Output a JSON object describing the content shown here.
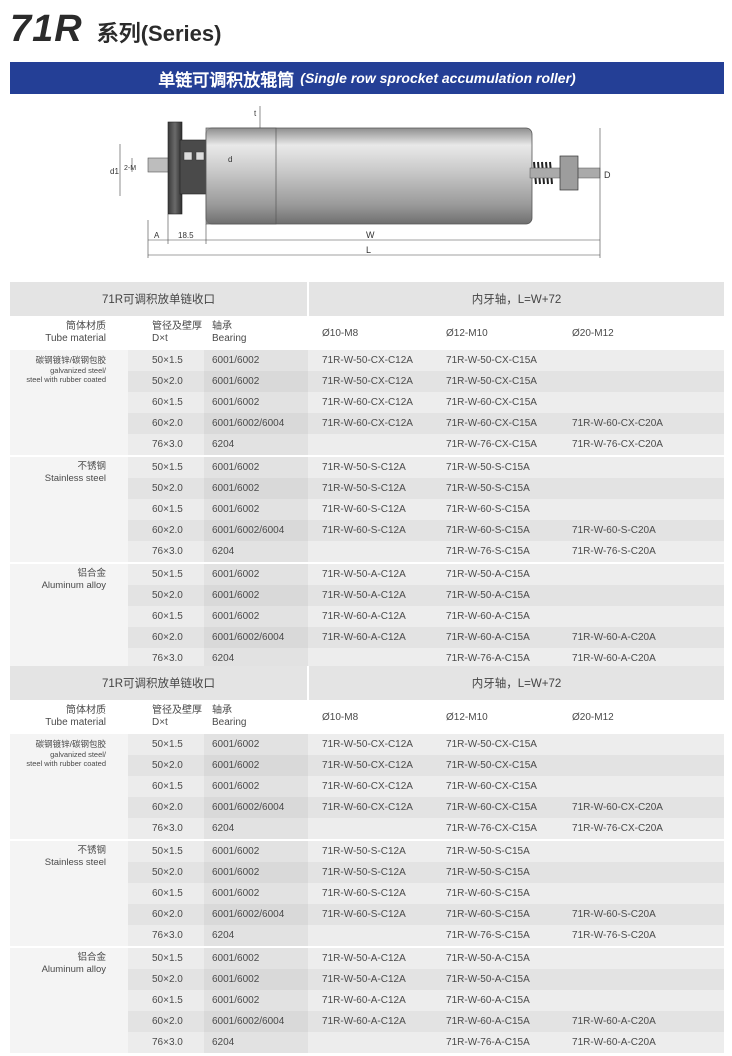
{
  "header": {
    "code": "71R",
    "series": "系列(Series)"
  },
  "banner": {
    "cn": "单链可调积放辊筒",
    "en": "(Single row sprocket accumulation roller)"
  },
  "drawing": {
    "labels": {
      "t": "t",
      "d1": "d1",
      "m": "2-M",
      "d": "d",
      "D": "D",
      "A": "A",
      "dim185": "18.5",
      "W": "W",
      "L": "L"
    }
  },
  "tables": [
    {
      "title_left": "71R可调积放单链收口",
      "title_right": "内牙轴，L=W+72",
      "headers": {
        "material_cn": "筒体材质",
        "material_en": "Tube material",
        "dt_cn": "管径及壁厚",
        "dt_en": "D×t",
        "bearing_cn": "轴承",
        "bearing_en": "Bearing",
        "m8": "Ø10-M8",
        "m10": "Ø12-M10",
        "m12": "Ø20-M12"
      },
      "groups": [
        {
          "cn": "碳钢镀锌/碳钢包胶",
          "en1": "galvanized steel/",
          "en2": "steel with rubber coated",
          "small": true,
          "rows": [
            {
              "dt": "50×1.5",
              "bearing": "6001/6002",
              "m8": "71R-W-50-CX-C12A",
              "m10": "71R-W-50-CX-C15A",
              "m12": ""
            },
            {
              "dt": "50×2.0",
              "bearing": "6001/6002",
              "m8": "71R-W-50-CX-C12A",
              "m10": "71R-W-50-CX-C15A",
              "m12": ""
            },
            {
              "dt": "60×1.5",
              "bearing": "6001/6002",
              "m8": "71R-W-60-CX-C12A",
              "m10": "71R-W-60-CX-C15A",
              "m12": ""
            },
            {
              "dt": "60×2.0",
              "bearing": "6001/6002/6004",
              "m8": "71R-W-60-CX-C12A",
              "m10": "71R-W-60-CX-C15A",
              "m12": "71R-W-60-CX-C20A"
            },
            {
              "dt": "76×3.0",
              "bearing": "6204",
              "m8": "",
              "m10": "71R-W-76-CX-C15A",
              "m12": "71R-W-76-CX-C20A"
            }
          ]
        },
        {
          "cn": "不锈钢",
          "en1": "Stainless steel",
          "en2": "",
          "small": false,
          "rows": [
            {
              "dt": "50×1.5",
              "bearing": "6001/6002",
              "m8": "71R-W-50-S-C12A",
              "m10": "71R-W-50-S-C15A",
              "m12": ""
            },
            {
              "dt": "50×2.0",
              "bearing": "6001/6002",
              "m8": "71R-W-50-S-C12A",
              "m10": "71R-W-50-S-C15A",
              "m12": ""
            },
            {
              "dt": "60×1.5",
              "bearing": "6001/6002",
              "m8": "71R-W-60-S-C12A",
              "m10": "71R-W-60-S-C15A",
              "m12": ""
            },
            {
              "dt": "60×2.0",
              "bearing": "6001/6002/6004",
              "m8": "71R-W-60-S-C12A",
              "m10": "71R-W-60-S-C15A",
              "m12": "71R-W-60-S-C20A"
            },
            {
              "dt": "76×3.0",
              "bearing": "6204",
              "m8": "",
              "m10": "71R-W-76-S-C15A",
              "m12": "71R-W-76-S-C20A"
            }
          ]
        },
        {
          "cn": "铝合金",
          "en1": "Aluminum alloy",
          "en2": "",
          "small": false,
          "rows": [
            {
              "dt": "50×1.5",
              "bearing": "6001/6002",
              "m8": "71R-W-50-A-C12A",
              "m10": "71R-W-50-A-C15A",
              "m12": ""
            },
            {
              "dt": "50×2.0",
              "bearing": "6001/6002",
              "m8": "71R-W-50-A-C12A",
              "m10": "71R-W-50-A-C15A",
              "m12": ""
            },
            {
              "dt": "60×1.5",
              "bearing": "6001/6002",
              "m8": "71R-W-60-A-C12A",
              "m10": "71R-W-60-A-C15A",
              "m12": ""
            },
            {
              "dt": "60×2.0",
              "bearing": "6001/6002/6004",
              "m8": "71R-W-60-A-C12A",
              "m10": "71R-W-60-A-C15A",
              "m12": "71R-W-60-A-C20A"
            },
            {
              "dt": "76×3.0",
              "bearing": "6204",
              "m8": "",
              "m10": "71R-W-76-A-C15A",
              "m12": "71R-W-60-A-C20A"
            }
          ]
        }
      ]
    },
    {
      "title_left": "71R可调积放单链收口",
      "title_right": "内牙轴，L=W+72",
      "headers": {
        "material_cn": "筒体材质",
        "material_en": "Tube material",
        "dt_cn": "管径及壁厚",
        "dt_en": "D×t",
        "bearing_cn": "轴承",
        "bearing_en": "Bearing",
        "m8": "Ø10-M8",
        "m10": "Ø12-M10",
        "m12": "Ø20-M12"
      },
      "groups": [
        {
          "cn": "碳钢镀锌/碳钢包胶",
          "en1": "galvanized steel/",
          "en2": "steel with rubber coated",
          "small": true,
          "rows": [
            {
              "dt": "50×1.5",
              "bearing": "6001/6002",
              "m8": "71R-W-50-CX-C12A",
              "m10": "71R-W-50-CX-C15A",
              "m12": ""
            },
            {
              "dt": "50×2.0",
              "bearing": "6001/6002",
              "m8": "71R-W-50-CX-C12A",
              "m10": "71R-W-50-CX-C15A",
              "m12": ""
            },
            {
              "dt": "60×1.5",
              "bearing": "6001/6002",
              "m8": "71R-W-60-CX-C12A",
              "m10": "71R-W-60-CX-C15A",
              "m12": ""
            },
            {
              "dt": "60×2.0",
              "bearing": "6001/6002/6004",
              "m8": "71R-W-60-CX-C12A",
              "m10": "71R-W-60-CX-C15A",
              "m12": "71R-W-60-CX-C20A"
            },
            {
              "dt": "76×3.0",
              "bearing": "6204",
              "m8": "",
              "m10": "71R-W-76-CX-C15A",
              "m12": "71R-W-76-CX-C20A"
            }
          ]
        },
        {
          "cn": "不锈钢",
          "en1": "Stainless steel",
          "en2": "",
          "small": false,
          "rows": [
            {
              "dt": "50×1.5",
              "bearing": "6001/6002",
              "m8": "71R-W-50-S-C12A",
              "m10": "71R-W-50-S-C15A",
              "m12": ""
            },
            {
              "dt": "50×2.0",
              "bearing": "6001/6002",
              "m8": "71R-W-50-S-C12A",
              "m10": "71R-W-50-S-C15A",
              "m12": ""
            },
            {
              "dt": "60×1.5",
              "bearing": "6001/6002",
              "m8": "71R-W-60-S-C12A",
              "m10": "71R-W-60-S-C15A",
              "m12": ""
            },
            {
              "dt": "60×2.0",
              "bearing": "6001/6002/6004",
              "m8": "71R-W-60-S-C12A",
              "m10": "71R-W-60-S-C15A",
              "m12": "71R-W-60-S-C20A"
            },
            {
              "dt": "76×3.0",
              "bearing": "6204",
              "m8": "",
              "m10": "71R-W-76-S-C15A",
              "m12": "71R-W-76-S-C20A"
            }
          ]
        },
        {
          "cn": "铝合金",
          "en1": "Aluminum alloy",
          "en2": "",
          "small": false,
          "rows": [
            {
              "dt": "50×1.5",
              "bearing": "6001/6002",
              "m8": "71R-W-50-A-C12A",
              "m10": "71R-W-50-A-C15A",
              "m12": ""
            },
            {
              "dt": "50×2.0",
              "bearing": "6001/6002",
              "m8": "71R-W-50-A-C12A",
              "m10": "71R-W-50-A-C15A",
              "m12": ""
            },
            {
              "dt": "60×1.5",
              "bearing": "6001/6002",
              "m8": "71R-W-60-A-C12A",
              "m10": "71R-W-60-A-C15A",
              "m12": ""
            },
            {
              "dt": "60×2.0",
              "bearing": "6001/6002/6004",
              "m8": "71R-W-60-A-C12A",
              "m10": "71R-W-60-A-C15A",
              "m12": "71R-W-60-A-C20A"
            },
            {
              "dt": "76×3.0",
              "bearing": "6204",
              "m8": "",
              "m10": "71R-W-76-A-C15A",
              "m12": "71R-W-60-A-C20A"
            }
          ]
        }
      ]
    }
  ]
}
